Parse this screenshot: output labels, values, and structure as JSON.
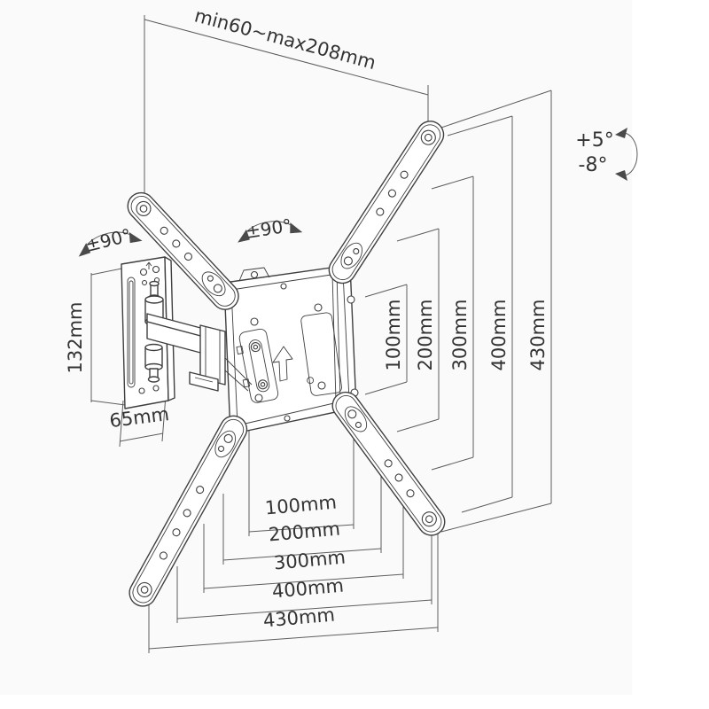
{
  "diagram": {
    "span_label": "min60~max208mm",
    "tilt_up": "+5°",
    "tilt_down": "-8°",
    "swivel_wall": "±90°",
    "swivel_tv": "±90°",
    "wall_plate_height": "132mm",
    "wall_plate_width": "65mm",
    "vesa_vertical": [
      "100mm",
      "200mm",
      "300mm",
      "400mm",
      "430mm"
    ],
    "vesa_horizontal": [
      "100mm",
      "200mm",
      "300mm",
      "400mm",
      "430mm"
    ]
  },
  "colors": {
    "background": "#fafafa",
    "line": "#3f3f3f",
    "dimension_line": "#5d5d5d",
    "text": "#333333"
  }
}
